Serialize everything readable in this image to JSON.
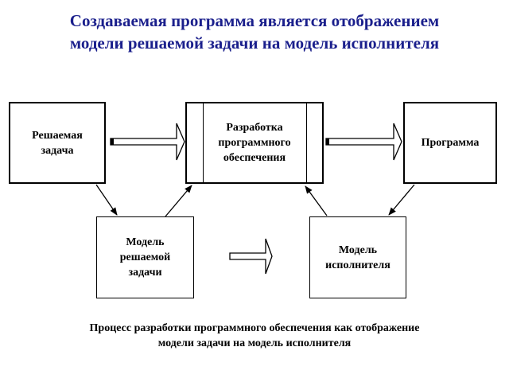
{
  "title": {
    "line1": "Создаваемая программа является отображением",
    "line2": "модели решаемой задачи на модель исполнителя"
  },
  "boxes": {
    "problem": "Решаемая\nзадача",
    "development": "Разработка\nпрограммного\nобеспечения",
    "program": "Программа",
    "problem_model": "Модель\nрешаемой\nзадачи",
    "executor_model": "Модель\nисполнителя"
  },
  "caption": {
    "line1": "Процесс разработки программного обеспечения как отображение",
    "line2": "модели задачи на модель исполнителя"
  },
  "colors": {
    "title": "#1a1f8c",
    "line": "#000000"
  }
}
